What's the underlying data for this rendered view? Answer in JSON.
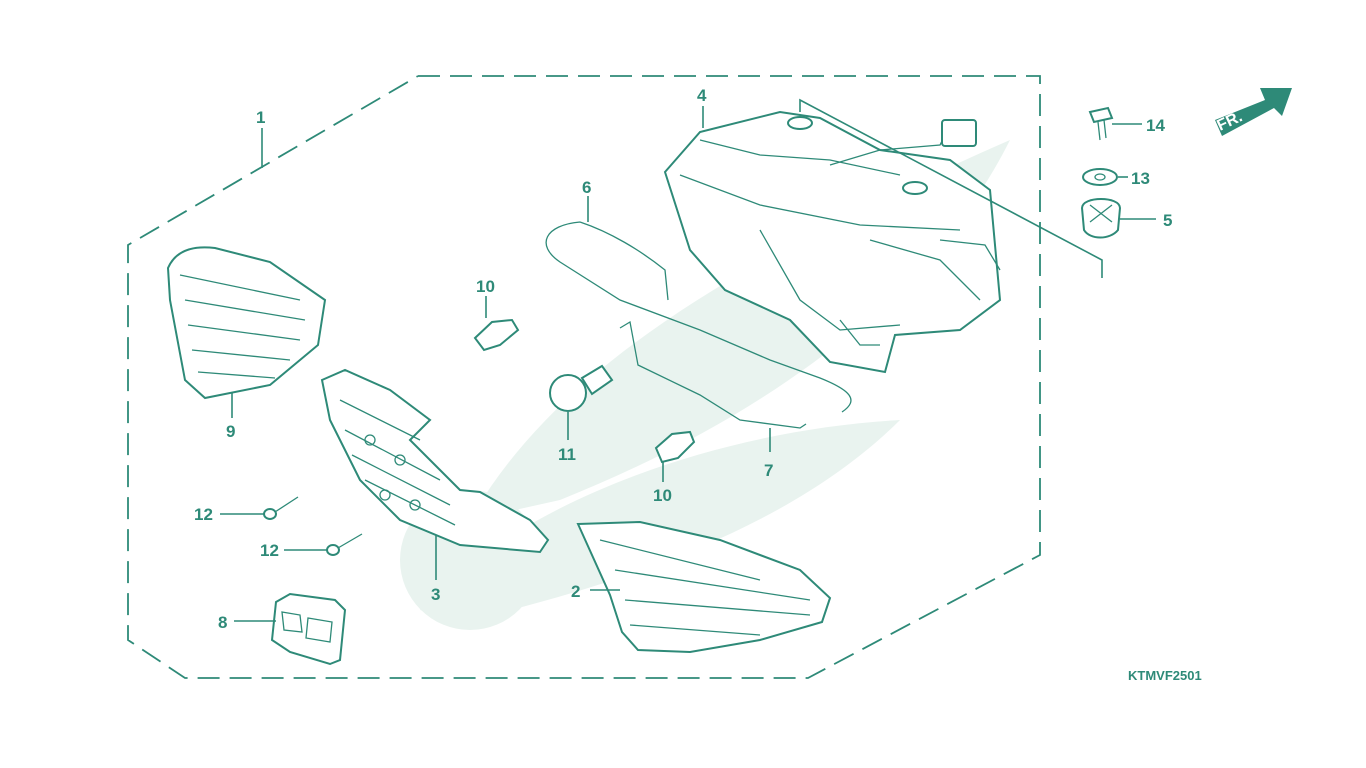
{
  "diagram_code": "KTMVF2501",
  "direction_label": "FR.",
  "callouts": {
    "c1": "1",
    "c2": "2",
    "c3": "3",
    "c4": "4",
    "c5": "5",
    "c6": "6",
    "c7": "7",
    "c8": "8",
    "c9": "9",
    "c10a": "10",
    "c10b": "10",
    "c11": "11",
    "c12a": "12",
    "c12b": "12",
    "c13": "13",
    "c14": "14"
  },
  "colors": {
    "line": "#2e8a78",
    "watermark": "#e9f3ef",
    "background": "#ffffff"
  }
}
